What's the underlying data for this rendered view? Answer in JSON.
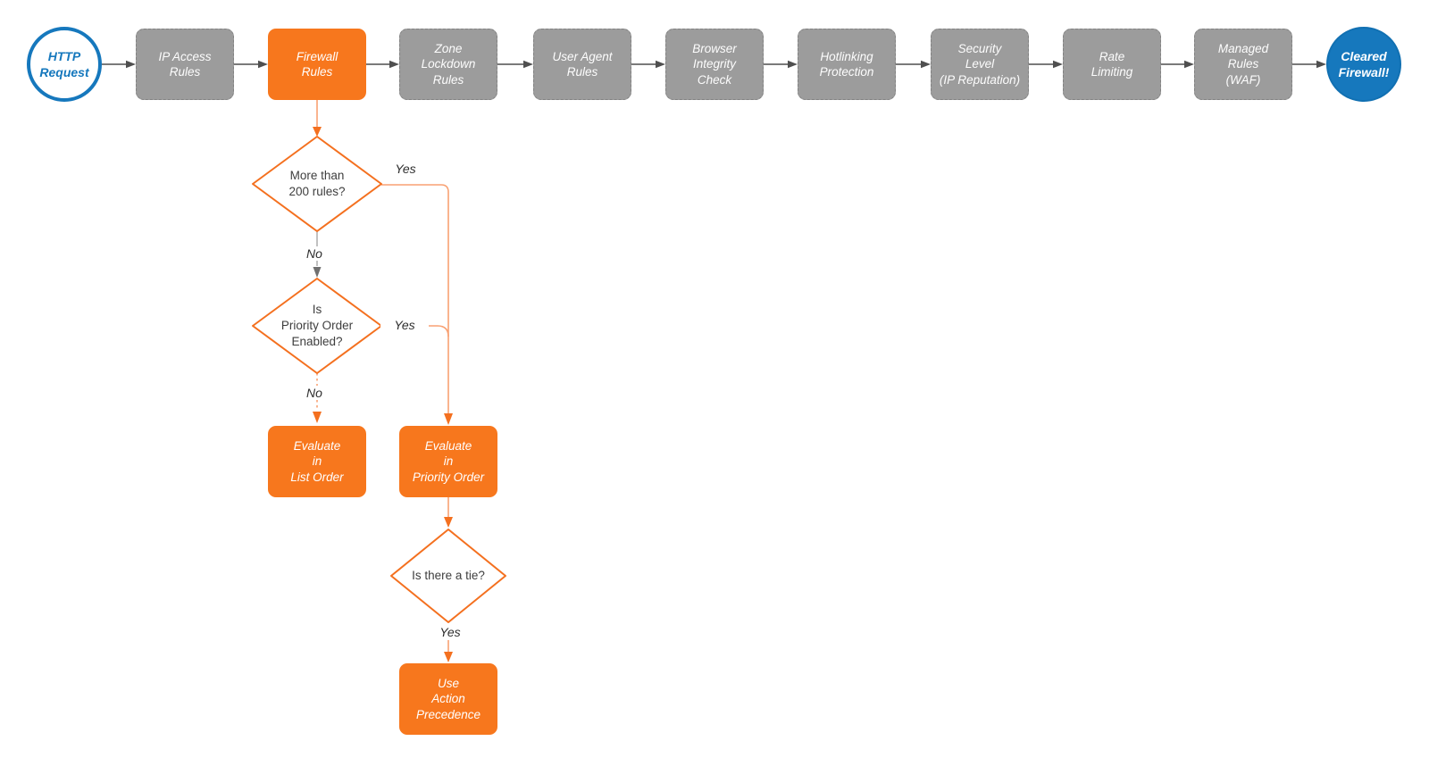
{
  "colors": {
    "orange_fill": "#F7771D",
    "orange_stroke": "#F4701F",
    "orange_line": "#F8A173",
    "blue": "#1678BD",
    "gray_fill": "#9C9C9C",
    "gray_line": "#4F4F4F",
    "text_dark": "#3E3E3E"
  },
  "flow": {
    "start": {
      "label": "HTTP\nRequest"
    },
    "pipeline": [
      {
        "label": "IP Access\nRules"
      },
      {
        "label": "Firewall\nRules"
      },
      {
        "label": "Zone\nLockdown\nRules"
      },
      {
        "label": "User Agent\nRules"
      },
      {
        "label": "Browser\nIntegrity\nCheck"
      },
      {
        "label": "Hotlinking\nProtection"
      },
      {
        "label": "Security\nLevel\n(IP Reputation)"
      },
      {
        "label": "Rate\nLimiting"
      },
      {
        "label": "Managed\nRules\n(WAF)"
      }
    ],
    "end": {
      "label": "Cleared\nFirewall!"
    },
    "decisions": [
      {
        "label": "More than\n200 rules?",
        "yes": "Yes",
        "no": "No"
      },
      {
        "label": "Is\nPriority Order\nEnabled?",
        "yes": "Yes",
        "no": "No"
      },
      {
        "label": "Is there a tie?",
        "yes": "Yes"
      }
    ],
    "outcomes": [
      {
        "label": "Evaluate\nin\nList Order"
      },
      {
        "label": "Evaluate\nin\nPriority Order"
      },
      {
        "label": "Use\nAction\nPrecedence"
      }
    ]
  }
}
